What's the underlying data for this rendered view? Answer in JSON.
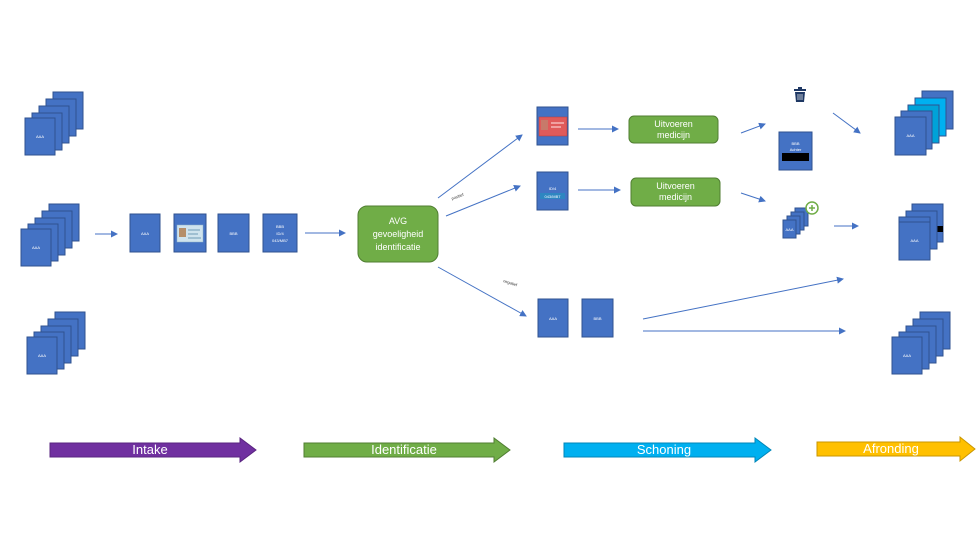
{
  "doc_label": "AAA",
  "doc_label_b": "BBB",
  "doc_details": {
    "line1": "BBB",
    "line2": "ID/4",
    "line3": "043/MB7"
  },
  "avg_box": {
    "line1": "AVG",
    "line2": "gevoeligheid",
    "line3": "identificatie"
  },
  "action_box_1": {
    "line1": "Uitvoeren",
    "line2": "medicijn"
  },
  "action_box_2": {
    "line1": "Uitvoeren",
    "line2": "medicijn"
  },
  "id_doc": {
    "line1": "ID/4",
    "line2": "043/MB7"
  },
  "redacted_doc": {
    "line1": "BBB",
    "line2": "Achter"
  },
  "edge_labels": {
    "positive": "positief",
    "negative": "negatief"
  },
  "phases": [
    {
      "label": "Intake",
      "color": "#7030a0"
    },
    {
      "label": "Identificatie",
      "color": "#70ad47"
    },
    {
      "label": "Schoning",
      "color": "#00b0f0"
    },
    {
      "label": "Afronding",
      "color": "#ffc000"
    }
  ],
  "icons": {
    "trash": "trash-icon",
    "add": "plus-circle-icon",
    "photo_id": "id-card-photo-icon"
  }
}
